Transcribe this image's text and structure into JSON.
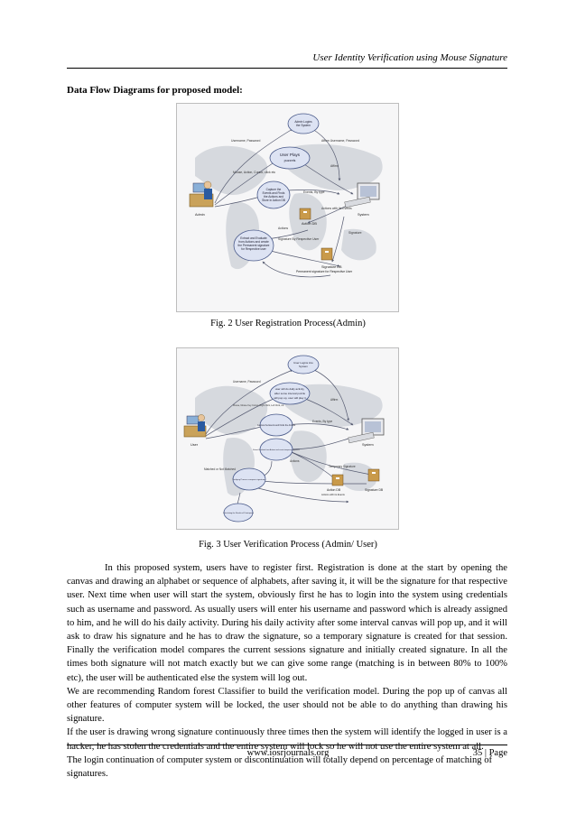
{
  "header": {
    "running_title": "User Identity Verification using Mouse Signature"
  },
  "section_title": "Data Flow Diagrams for proposed model:",
  "figure1": {
    "caption": "Fig. 2 User Registration Process(Admin)",
    "labels": {
      "admin": "Admin",
      "system": "System",
      "action_db": "Action DB",
      "signature_db": "Signature DB",
      "signature_db_sub": "Permanent signature for Respective User",
      "login": "Admin Logins",
      "login2": "the System",
      "user_plays": "User Plays",
      "user_plays2": "puzzels",
      "capture1": "Capture the",
      "capture2": "Events and Finds",
      "capture3": "the Actions and",
      "capture4": "Store in Action DB",
      "extract1": "Extract and Evaluate",
      "extract2": "from Actions and create",
      "extract3": "the Permanent signature",
      "extract4": "for Respective user",
      "username_password": "Username, Password",
      "affirm_username": "Affirm Username, Password",
      "affirm": "Affirm",
      "mouse_events": "Mouse, Action, Cursor, click etc",
      "events_by_type": "Events, By type",
      "actions_with_events": "Actions with its Events",
      "signature_label": "Signature",
      "signature_by_user": "Signature By Respective User",
      "actions": "Actions"
    }
  },
  "figure2": {
    "caption": "Fig. 3 User Verification Process (Admin/ User)",
    "labels": {
      "user": "User",
      "system": "System",
      "action_db": "Action DB",
      "action_db_sub": "Actions with its Events",
      "signature_db": "Signature DB",
      "login": "User Logins into",
      "login2": "System",
      "popup1": "user will do daily activity,",
      "popup2": "after some interval puzzle",
      "popup3": "will pop up, user will play it",
      "capture": "Capture the Events and Finds the Actions",
      "extract": "Extract Evaluate from Actions and create temporary signature",
      "verify": "Verifying Process compare signatures",
      "results": "Calculating the Results of Participants",
      "username_password": "Username, Password",
      "affirm": "Affirm",
      "matched": "Matched or Not Matched",
      "temp_signature": "Temporary Signature",
      "events_by_type": "Events, By type",
      "actions": "Actions",
      "mouse_events": "Mouse, Mouse Key Cursor, Right Click, Left Click, etc."
    }
  },
  "body_paragraphs": [
    "In this proposed system, users have to register first. Registration is done at the start by opening the canvas and drawing an alphabet or sequence of alphabets, after saving it, it will be the signature for that respective user. Next time when user will start the system, obviously first he has to login into the system using credentials such as username and password. As usually users will enter his username and password which is already assigned to him, and he will do his daily activity. During his daily activity after some interval canvas will pop up, and it will ask to draw his signature and he has to draw the signature, so a temporary signature is  created for that session. Finally the verification model compares the current sessions signature and initially created signature. In all the times both signature will not match exactly but we can give some range (matching is in between 80% to 100% etc), the user will be authenticated else the system will log out.",
    "We are recommending Random forest Classifier to build the verification model. During the pop up of canvas all other features of computer system will be locked, the user should not be able to do anything than drawing his signature.",
    "If the user is drawing wrong signature continuously three times then the system will identify the logged in user is a hacker, he has stolen the credentials and the entire system will lock so he will not use the entire system at all.",
    "The login continuation of computer system or discontinuation will totally depend on percentage of matching of signatures."
  ],
  "footer": {
    "url": "www.iosrjournals.org",
    "page": "35 | Page"
  },
  "colors": {
    "bubble_fill": "#dde3f3",
    "bubble_stroke": "#4a5a8a",
    "arrow": "#555a70",
    "map_gray": "#cfd2d8"
  }
}
